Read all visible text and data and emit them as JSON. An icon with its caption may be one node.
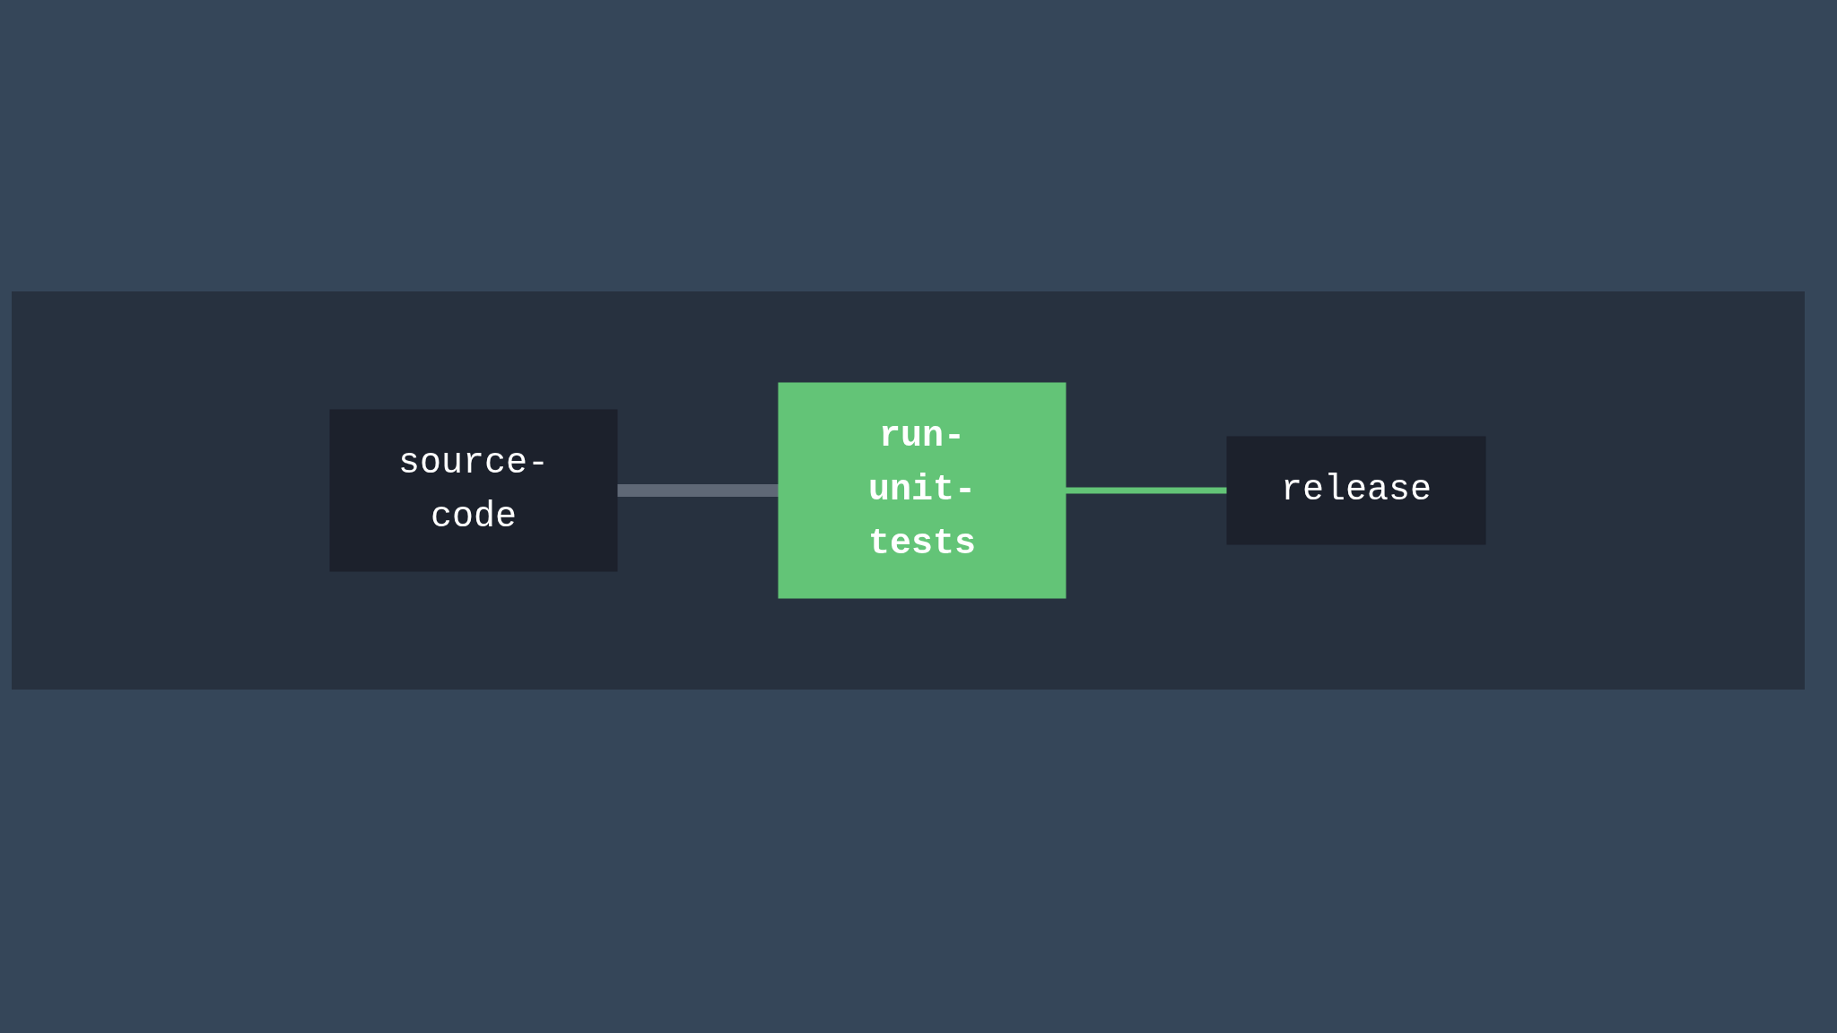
{
  "diagram": {
    "nodes": [
      {
        "text": [
          "source-code"
        ]
      },
      {
        "text": [
          "run-unit-tests"
        ]
      },
      {
        "text": [
          "release"
        ]
      }
    ],
    "edges": [
      {
        "from": 0,
        "to": 1,
        "arrow": "none",
        "style": "thick",
        "color": "#5f6876"
      },
      {
        "from": 1,
        "to": 2,
        "arrow": "none",
        "color": "#63c477"
      }
    ]
  }
}
